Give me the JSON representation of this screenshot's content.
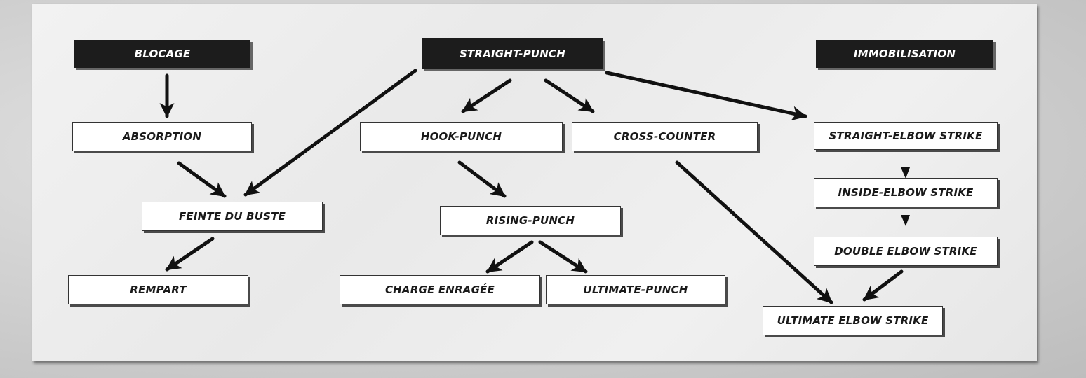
{
  "diagram": {
    "nodes": {
      "blocage": "BLOCAGE",
      "straight_punch": "STRAIGHT-PUNCH",
      "immobilisation": "IMMOBILISATION",
      "absorption": "ABSORPTION",
      "hook_punch": "HOOK-PUNCH",
      "cross_counter": "CROSS-COUNTER",
      "straight_elbow_strike": "STRAIGHT-ELBOW STRIKE",
      "feinte_du_buste": "FEINTE DU BUSTE",
      "rising_punch": "RISING-PUNCH",
      "inside_elbow_strike": "INSIDE-ELBOW STRIKE",
      "double_elbow_strike": "DOUBLE ELBOW STRIKE",
      "rempart": "REMPART",
      "charge_enragee": "CHARGE ENRAGÉE",
      "ultimate_punch": "ULTIMATE-PUNCH",
      "ultimate_elbow_strike": "ULTIMATE ELBOW STRIKE"
    },
    "edges": [
      {
        "from": "blocage",
        "to": "absorption"
      },
      {
        "from": "absorption",
        "to": "feinte_du_buste"
      },
      {
        "from": "straight_punch",
        "to": "feinte_du_buste"
      },
      {
        "from": "feinte_du_buste",
        "to": "rempart"
      },
      {
        "from": "straight_punch",
        "to": "hook_punch"
      },
      {
        "from": "straight_punch",
        "to": "cross_counter"
      },
      {
        "from": "straight_punch",
        "to": "straight_elbow_strike"
      },
      {
        "from": "hook_punch",
        "to": "rising_punch"
      },
      {
        "from": "rising_punch",
        "to": "charge_enragee"
      },
      {
        "from": "rising_punch",
        "to": "ultimate_punch"
      },
      {
        "from": "cross_counter",
        "to": "ultimate_elbow_strike"
      },
      {
        "from": "straight_elbow_strike",
        "to": "inside_elbow_strike"
      },
      {
        "from": "inside_elbow_strike",
        "to": "double_elbow_strike"
      },
      {
        "from": "double_elbow_strike",
        "to": "ultimate_elbow_strike"
      }
    ],
    "colors": {
      "header_fill": "#1c1c1c",
      "header_text": "#ffffff",
      "node_fill": "#ffffff",
      "node_text": "#1a1a1a",
      "arrow": "#111111"
    }
  }
}
